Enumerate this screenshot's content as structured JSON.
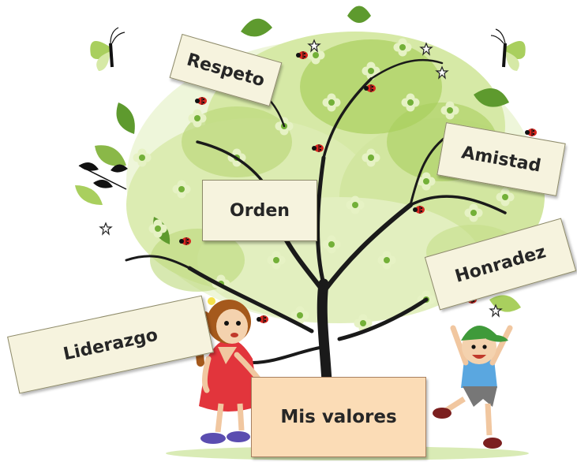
{
  "values_signs": {
    "respeto": "Respeto",
    "orden": "Orden",
    "amistad": "Amistad",
    "honradez": "Honradez",
    "liderazgo": "Liderazgo"
  },
  "main_sign": {
    "label": "Mis valores"
  },
  "colors": {
    "leaf_light": "#d6e9a6",
    "leaf_mid": "#a9cf5e",
    "leaf_dark": "#5e9a2e",
    "branch": "#1a1a1a",
    "sign_bg": "#f6f3de",
    "main_sign_bg": "#fbdcb6",
    "ladybug": "#d8261f"
  },
  "illustration": {
    "tree": "tree-with-green-flower-foliage",
    "characters": [
      "girl-in-red-dress",
      "boy-in-green-cap"
    ],
    "decor": [
      "butterfly-icon",
      "ladybug-icon",
      "flower-icon",
      "leaf-icon"
    ]
  }
}
